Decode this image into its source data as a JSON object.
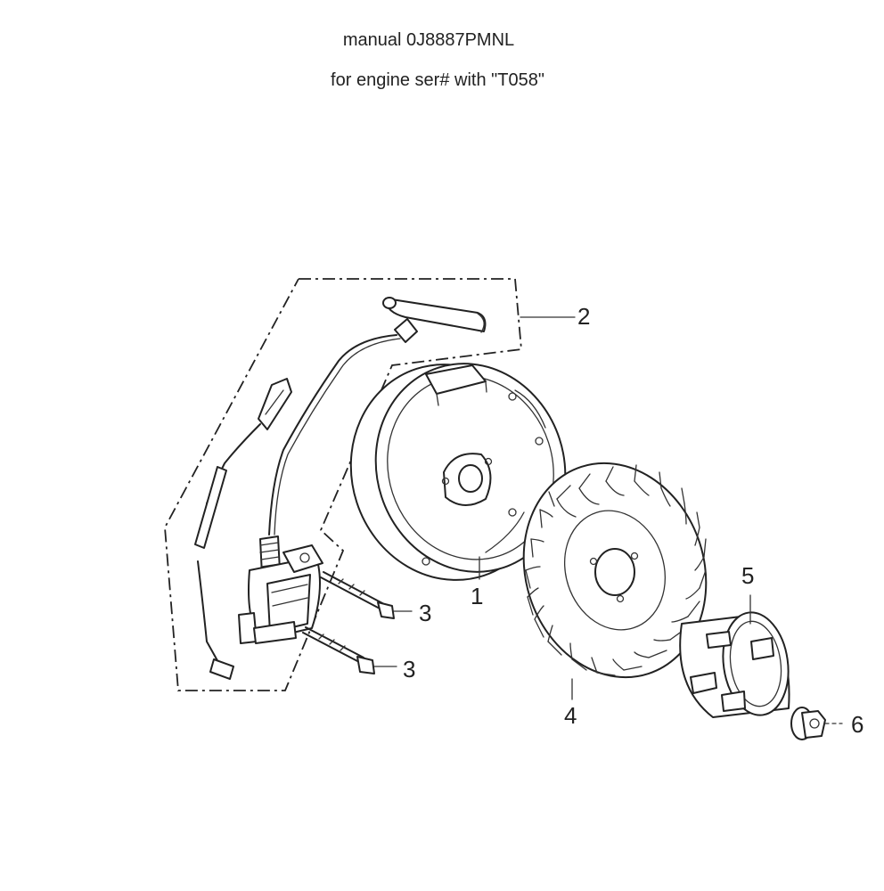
{
  "header": {
    "manual": "manual 0J8887PMNL",
    "engine_note": "for engine ser# with \"T058\""
  },
  "callouts": {
    "part_1": "1",
    "part_2": "2",
    "part_3a": "3",
    "part_3b": "3",
    "part_4": "4",
    "part_5": "5",
    "part_6": "6"
  },
  "icons": [
    "spark-plug-cap-icon",
    "ignition-coil-icon",
    "flywheel-icon",
    "cooling-fan-icon",
    "starter-cup-icon",
    "flange-nut-icon",
    "bolt-icon"
  ]
}
